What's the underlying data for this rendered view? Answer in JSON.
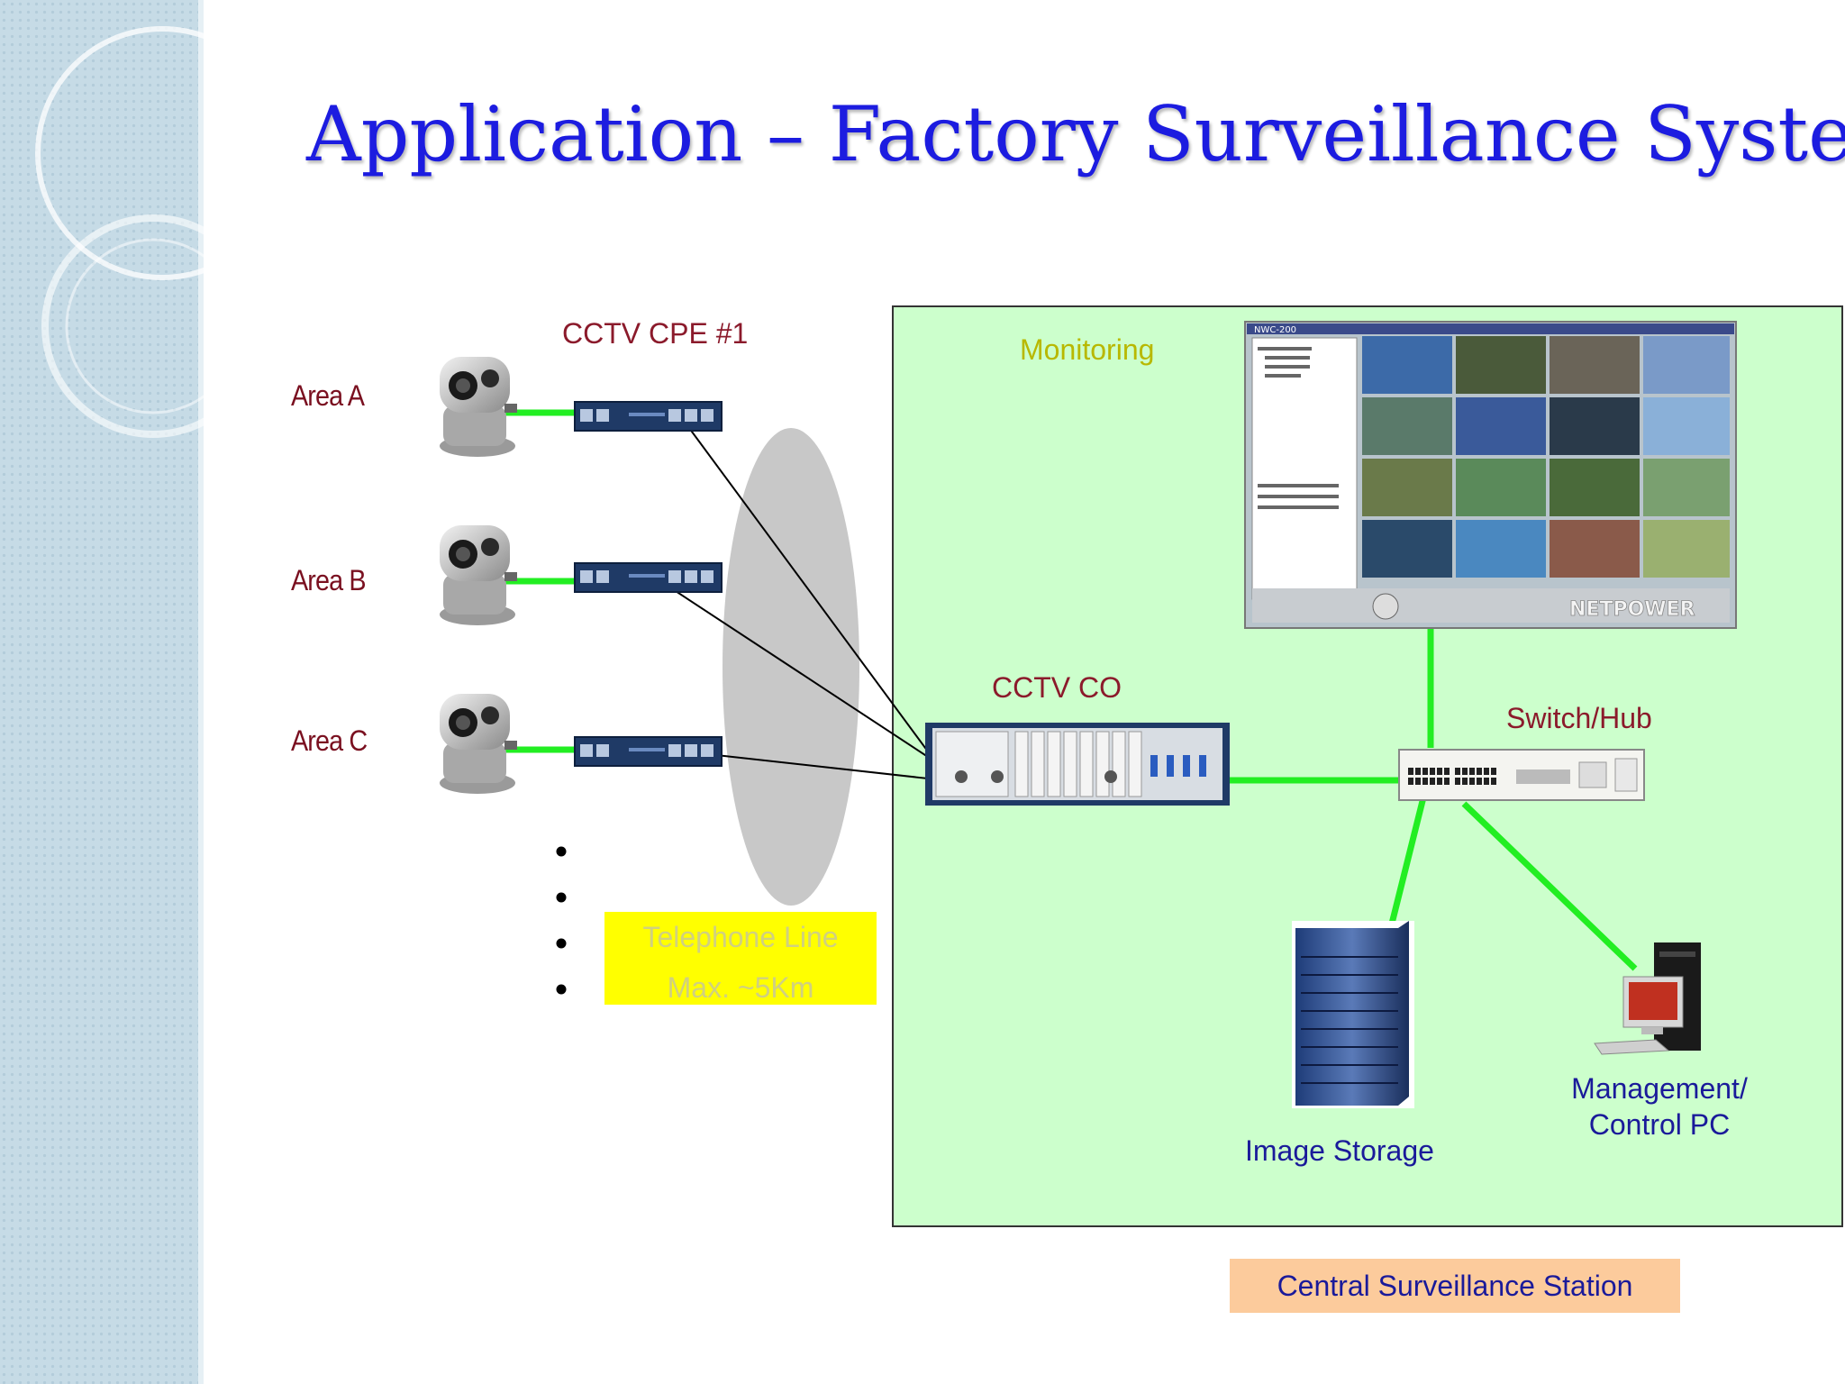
{
  "slide": {
    "title": "Application – Factory Surveillance System"
  },
  "areas": [
    {
      "label": "Area A"
    },
    {
      "label": "Area B"
    },
    {
      "label": "Area C"
    }
  ],
  "labels": {
    "cpe": "CCTV CPE #1",
    "co": "CCTV CO",
    "switch": "Switch/Hub",
    "monitoring": "Monitoring",
    "storage": "Image Storage",
    "pc_line1": "Management/",
    "pc_line2": "Control PC",
    "telephone_line1": "Telephone Line",
    "telephone_line2": "Max. ~5Km",
    "station": "Central Surveillance Station"
  },
  "monitor_screen": {
    "title_bar": "NWC-200",
    "brand": "NETPOWER"
  },
  "colors": {
    "title": "#1c1ce0",
    "station_bg": "#ccffcc",
    "link": "#22ee22",
    "cloud": "#c8c8c8",
    "telephone_box": "#ffff00",
    "station_label_box": "#fccb9c"
  }
}
